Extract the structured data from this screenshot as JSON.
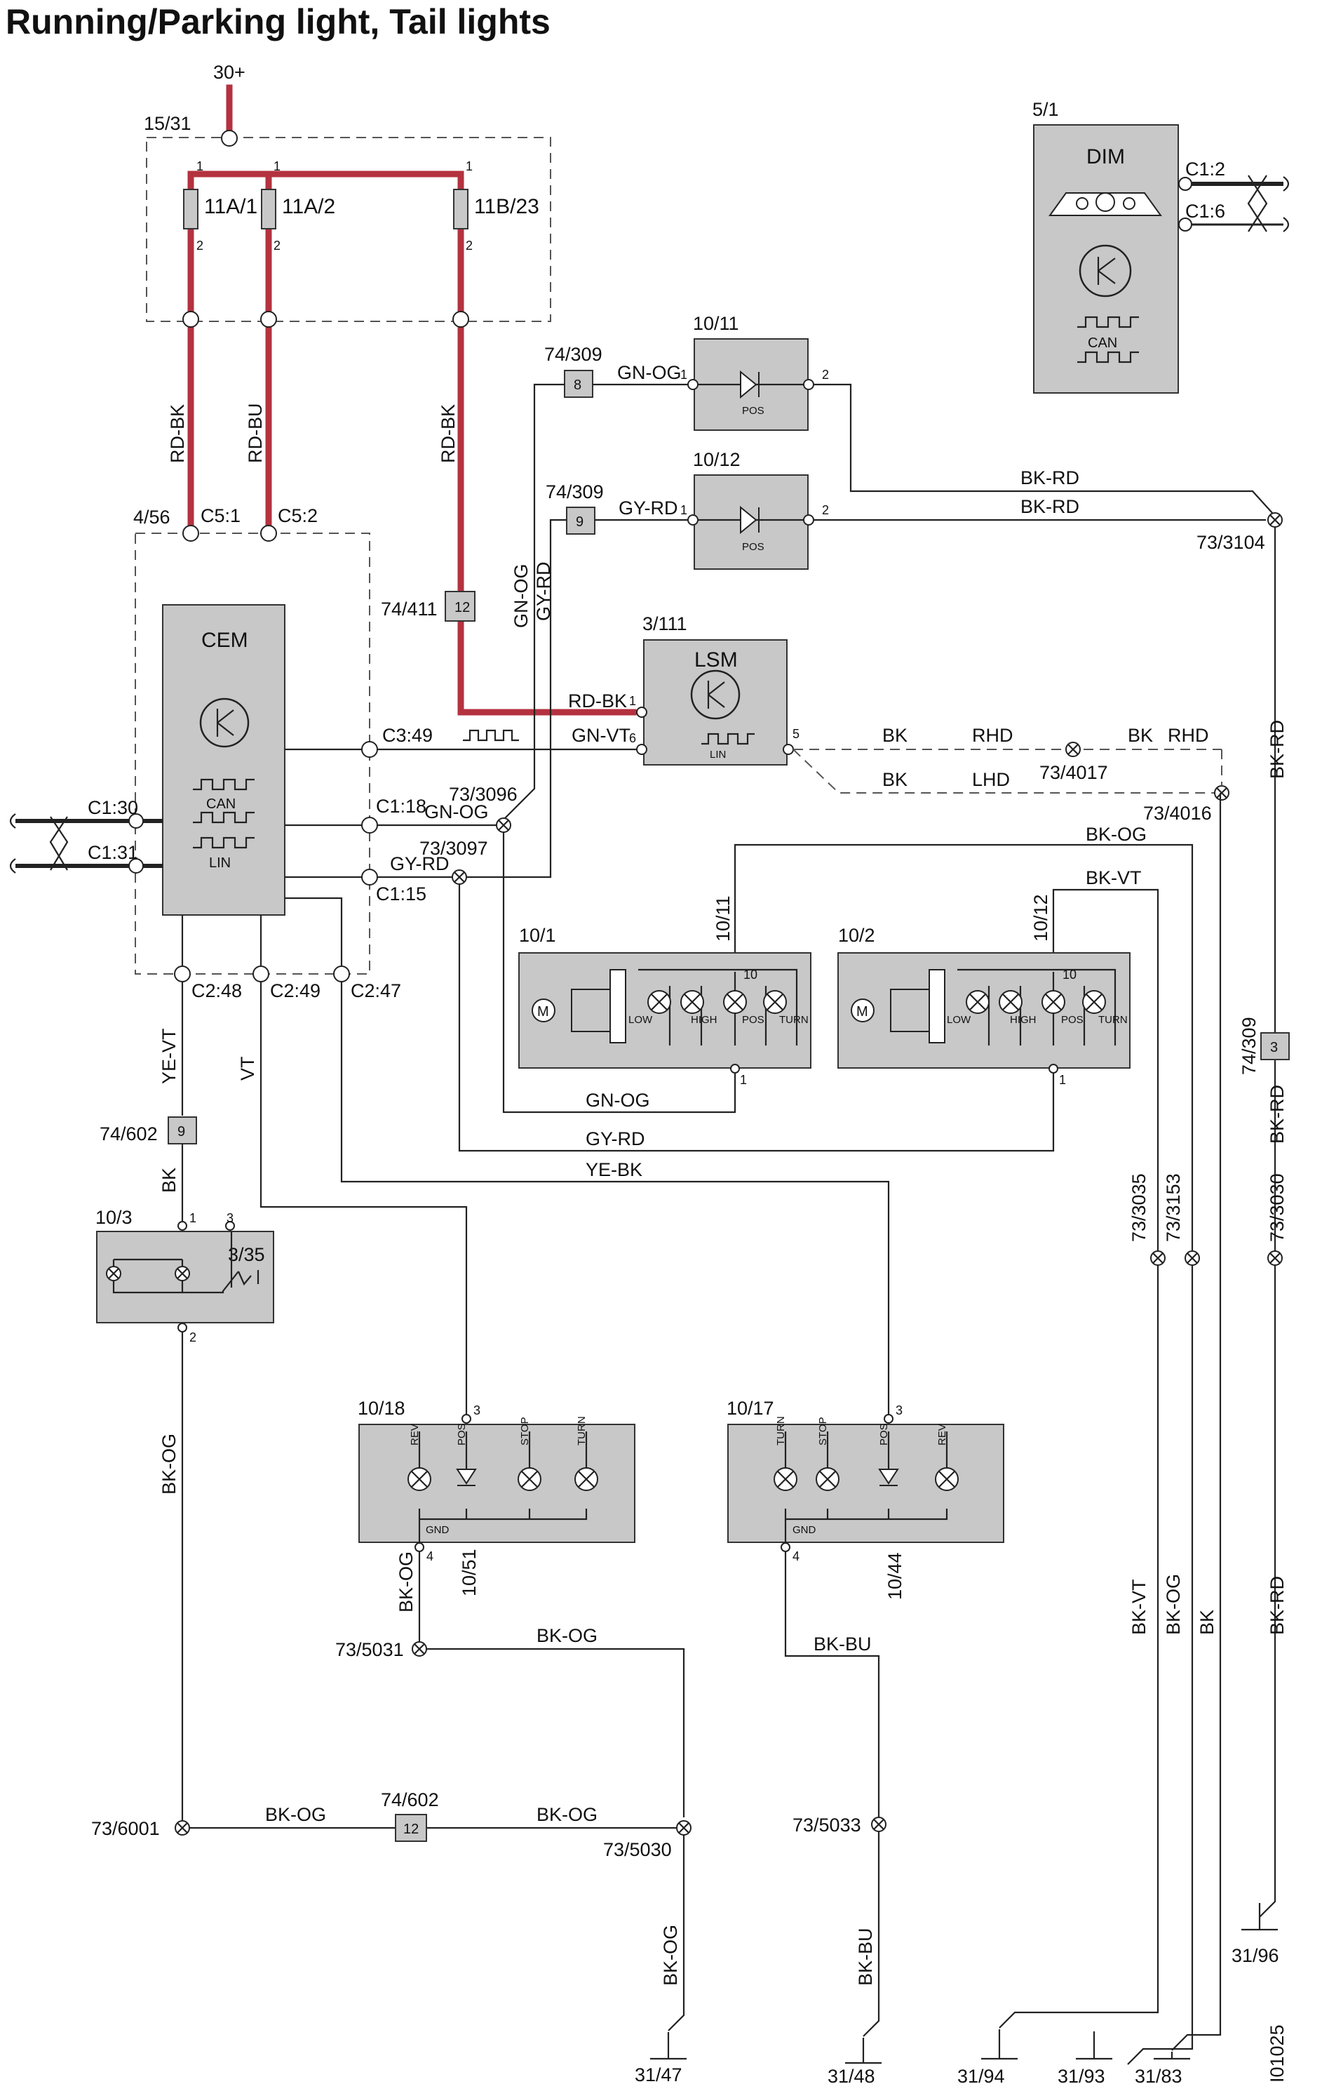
{
  "title": "Running/Parking light, Tail lights",
  "supply": "30+",
  "fuse_box": "15/31",
  "fuses": [
    "11A/1",
    "11A/2",
    "11B/23"
  ],
  "cem": {
    "id": "4/56",
    "name": "CEM",
    "can": "CAN",
    "lin": "LIN",
    "pins": [
      "C5:1",
      "C5:2",
      "C3:49",
      "C1:18",
      "C1:15",
      "C1:30",
      "C1:31",
      "C2:48",
      "C2:49",
      "C2:47"
    ]
  },
  "dim": {
    "id": "5/1",
    "name": "DIM",
    "can": "CAN",
    "pins": [
      "C1:2",
      "C1:6"
    ]
  },
  "lsm": {
    "id": "3/111",
    "name": "LSM",
    "lin": "LIN"
  },
  "pos_lamps": [
    {
      "id": "10/11",
      "label": "POS"
    },
    {
      "id": "10/12",
      "label": "POS"
    }
  ],
  "headlamps": [
    {
      "id": "10/1",
      "sub": "10/11",
      "lamps": [
        "LOW",
        "HIGH",
        "POS",
        "TURN"
      ]
    },
    {
      "id": "10/2",
      "sub": "10/12",
      "lamps": [
        "LOW",
        "HIGH",
        "POS",
        "TURN"
      ]
    }
  ],
  "plate_light": {
    "id": "10/3",
    "switch": "3/35"
  },
  "tail_left": {
    "id": "10/18",
    "sub": "10/51",
    "lamps": [
      "REV",
      "POS",
      "STOP",
      "TURN"
    ],
    "gnd": "GND"
  },
  "tail_right": {
    "id": "10/17",
    "sub": "10/44",
    "lamps": [
      "TURN",
      "STOP",
      "POS",
      "REV"
    ],
    "gnd": "GND"
  },
  "connectors": [
    "74/309",
    "74/309",
    "74/411",
    "74/602",
    "74/602",
    "74/309"
  ],
  "splices": [
    "73/3104",
    "73/3096",
    "73/3097",
    "73/4017",
    "73/4016",
    "73/3035",
    "73/3153",
    "73/3030",
    "73/5031",
    "73/6001",
    "73/5030",
    "73/5033"
  ],
  "wire_colors": [
    "RD-BK",
    "RD-BU",
    "GN-OG",
    "GY-RD",
    "BK-RD",
    "GN-VT",
    "BK",
    "BK-OG",
    "BK-VT",
    "YE-VT",
    "VT",
    "YE-BK",
    "BK-BU"
  ],
  "routing": [
    "RHD",
    "LHD"
  ],
  "grounds": [
    "31/96",
    "31/47",
    "31/48",
    "31/94",
    "31/93",
    "31/83"
  ],
  "figure_id": "I01025"
}
